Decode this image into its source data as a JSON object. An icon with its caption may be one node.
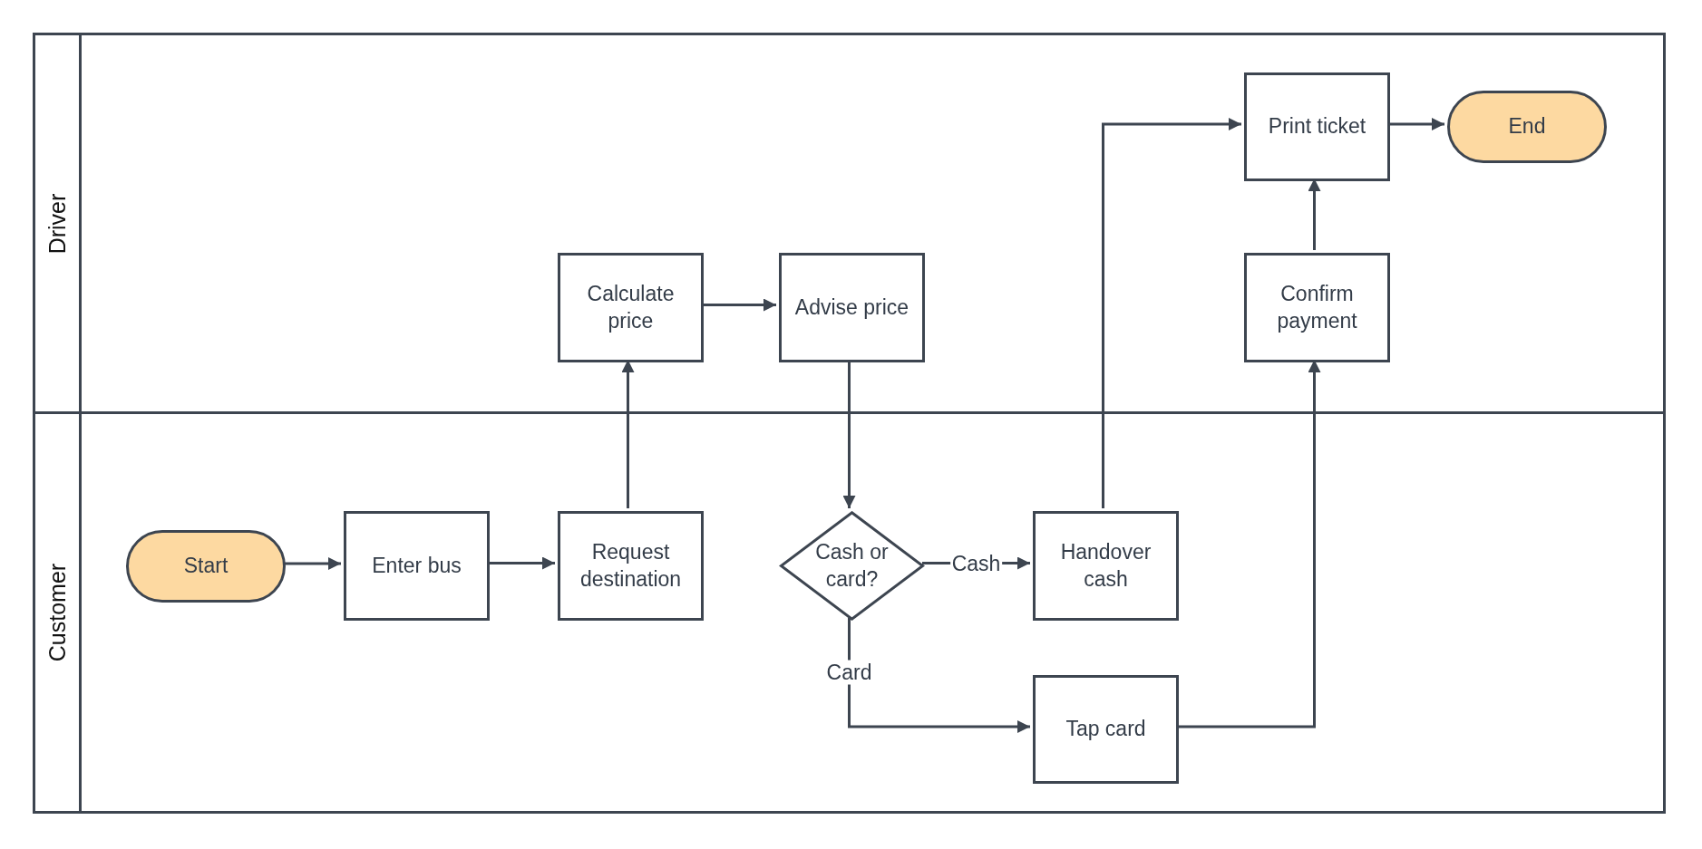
{
  "diagram": {
    "nodes": [
      {
        "text": [
          "Driver"
        ]
      },
      {
        "text": [
          "Print ticket"
        ],
        "in": 0
      },
      {
        "text": [
          "End"
        ],
        "in": 0
      },
      {
        "text": [
          "Calculate price"
        ],
        "in": 0
      },
      {
        "text": [
          "Advise price"
        ],
        "in": 0
      },
      {
        "text": [
          "Confirm payment"
        ],
        "in": 0
      },
      {
        "text": [
          "Customer"
        ]
      },
      {
        "text": [
          "Start"
        ],
        "in": 6
      },
      {
        "text": [
          "Enter bus"
        ],
        "in": 6
      },
      {
        "text": [
          "Request destination"
        ],
        "in": 6
      },
      {
        "text": [
          "Cash or card?"
        ],
        "in": 6
      },
      {
        "text": [
          "Handover cash"
        ],
        "in": 6
      },
      {
        "text": [
          "Tap card"
        ],
        "in": 6
      }
    ],
    "edges": [
      {
        "from": 7,
        "to": 8,
        "arrow": "to"
      },
      {
        "from": 8,
        "to": 9,
        "arrow": "to"
      },
      {
        "from": 9,
        "to": 3,
        "arrow": "to"
      },
      {
        "from": 3,
        "to": 4,
        "arrow": "to"
      },
      {
        "from": 4,
        "to": 10,
        "arrow": "to"
      },
      {
        "from": 10,
        "to": 11,
        "label": "Cash",
        "arrow": "to"
      },
      {
        "from": 10,
        "to": 12,
        "label": "Card",
        "arrow": "to"
      },
      {
        "from": 11,
        "to": 1,
        "arrow": "to"
      },
      {
        "from": 12,
        "to": 5,
        "arrow": "to"
      },
      {
        "from": 5,
        "to": 1,
        "arrow": "to"
      },
      {
        "from": 1,
        "to": 2,
        "arrow": "to"
      }
    ]
  }
}
